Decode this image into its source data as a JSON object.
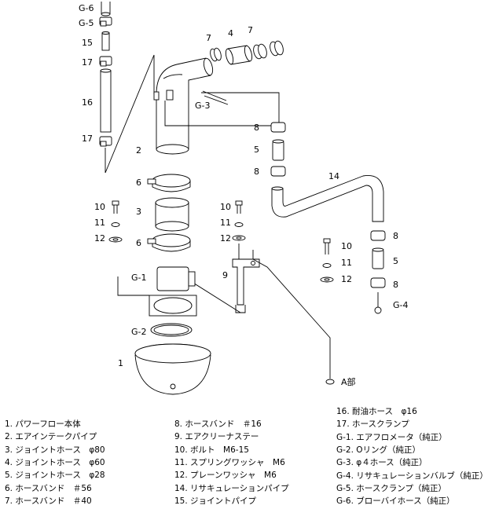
{
  "callouts": {
    "g6": "G-6",
    "g5": "G-5",
    "n15": "15",
    "n17a": "17",
    "n16": "16",
    "n17b": "17",
    "n2": "2",
    "n7a": "7",
    "n4": "4",
    "n7b": "7",
    "g3": "G-3",
    "n8a": "8",
    "n5a": "5",
    "n8b": "8",
    "n14": "14",
    "n6a": "6",
    "n3": "3",
    "n6b": "6",
    "n10a": "10",
    "n11a": "11",
    "n12a": "12",
    "n10b": "10",
    "n11b": "11",
    "n12b": "12",
    "n10c": "10",
    "n11c": "11",
    "n12c": "12",
    "n8c": "8",
    "n5b": "5",
    "n8d": "8",
    "g4": "G-4",
    "n9": "9",
    "g1": "G-1",
    "g2": "G-2",
    "n1": "1",
    "a_part": "A部"
  },
  "legend": {
    "col1": [
      "1. パワーフロー本体",
      "2. エアインテークパイプ",
      "3. ジョイントホース　φ80",
      "4. ジョイントホース　φ60",
      "5. ジョイントホース　φ28",
      "6. ホースバンド　＃56",
      "7. ホースバンド　＃40"
    ],
    "col2": [
      "8. ホースバンド　＃16",
      "9. エアクリーナステー",
      "10. ボルト　M6-15",
      "11. スプリングワッシャ　M6",
      "12. プレーンワッシャ　M6",
      "14. リサキュレーションパイプ",
      "15. ジョイントパイプ"
    ],
    "col3": [
      "16. 耐油ホース　φ16",
      "17. ホースクランプ",
      "G-1. エアフロメータ（純正）",
      "G-2. Oリング（純正）",
      "G-3. φ４ホース（純正）",
      "G-4. リサキュレーションバルブ（純正）",
      "G-5. ホースクランプ（純正）",
      "G-6. ブローバイホース（純正）"
    ]
  }
}
